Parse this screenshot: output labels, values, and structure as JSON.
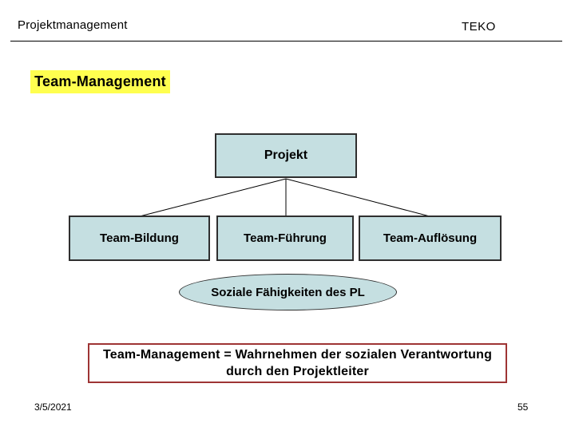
{
  "header": {
    "left": "Projektmanagement",
    "right": "TEKO"
  },
  "title": "Team-Management",
  "diagram": {
    "root_label": "Projekt",
    "children": [
      "Team-Bildung",
      "Team-Führung",
      "Team-Auflösung"
    ],
    "ellipse_label": "Soziale Fähigkeiten des PL"
  },
  "note": {
    "line1": "Team-Management = Wahrnehmen der sozialen Verantwortung",
    "line2": "durch den Projektleiter"
  },
  "footer": {
    "date": "3/5/2021",
    "page": "55"
  },
  "colors": {
    "node_fill": "#C5DFE1",
    "node_border": "#2F2F2F",
    "title_highlight": "#FFFF4F",
    "note_border": "#9E3434",
    "text": "#000000",
    "background": "#FFFFFF"
  }
}
